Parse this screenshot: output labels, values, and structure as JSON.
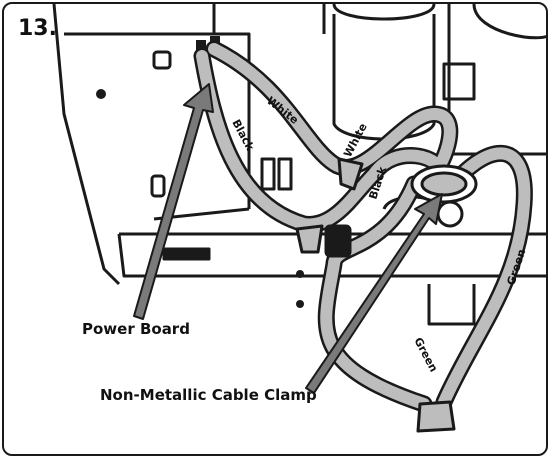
{
  "step_number": "13.",
  "callouts": {
    "power_board": "Power Board",
    "cable_clamp": "Non-Metallic Cable Clamp"
  },
  "wire_labels": {
    "white_1": "White",
    "white_2": "White",
    "black_1": "Black",
    "black_2": "Black",
    "green_1": "Green",
    "green_2": "Green"
  },
  "colors": {
    "outline": "#1a1a1a",
    "wire_fill": "#bdbdbd",
    "arrow": "#7a7a7a",
    "background": "#ffffff"
  }
}
